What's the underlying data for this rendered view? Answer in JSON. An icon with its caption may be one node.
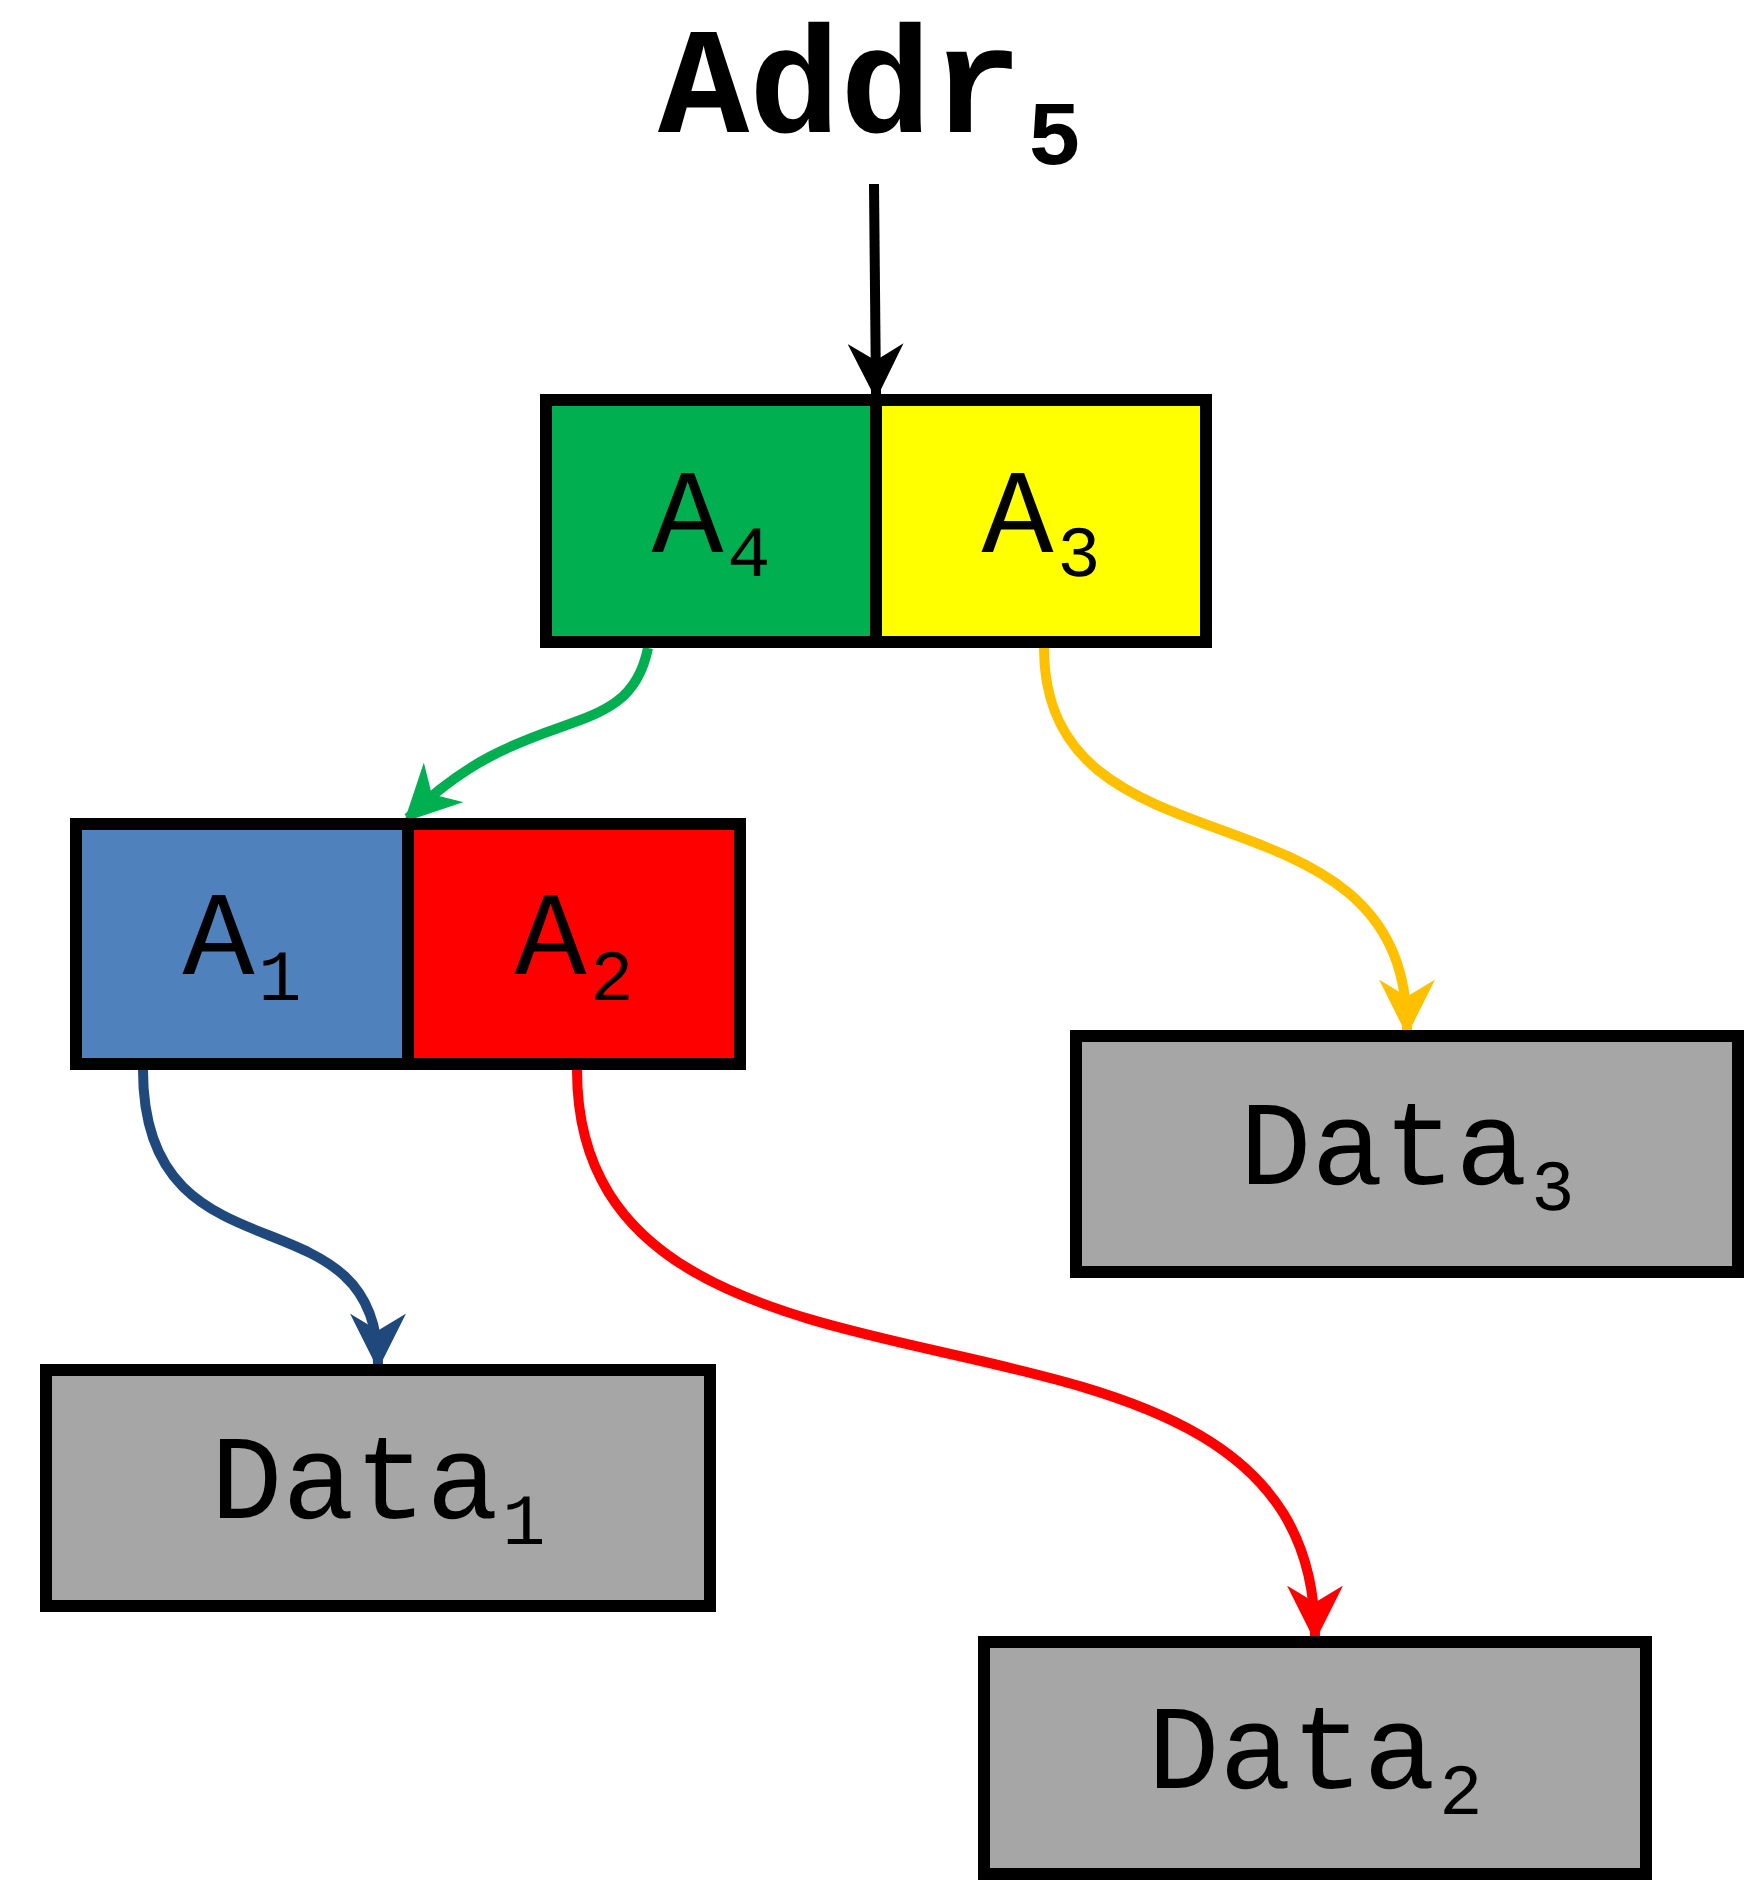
{
  "diagram": {
    "nodes": [
      {
        "text": [
          "Addr$_{5}$"
        ]
      },
      {
        "text": [],
        "shape": "box"
      },
      {
        "text": [
          "A$_{4}$"
        ],
        "in": 1
      },
      {
        "text": [
          "A$_{3}$"
        ],
        "in": 1
      },
      {
        "text": [],
        "shape": "box"
      },
      {
        "text": [
          "A$_{1}$"
        ],
        "in": 4
      },
      {
        "text": [
          "A$_{2}$"
        ],
        "in": 4
      },
      {
        "text": [
          "Data$_{3}$"
        ]
      },
      {
        "text": [
          "Data$_{1}$"
        ]
      },
      {
        "text": [
          "Data$_{2}$"
        ]
      }
    ],
    "edges": [
      {
        "from": 0,
        "to": 1,
        "arrow": "to",
        "color": "#000000"
      },
      {
        "from": 2,
        "to": 4,
        "arrow": "to",
        "color": "#00b050"
      },
      {
        "from": 3,
        "to": 7,
        "arrow": "to",
        "color": "#ffc000"
      },
      {
        "from": 5,
        "to": 8,
        "arrow": "to",
        "color": "#1f497d"
      },
      {
        "from": 6,
        "to": 9,
        "arrow": "to",
        "color": "#ff0000"
      }
    ]
  }
}
